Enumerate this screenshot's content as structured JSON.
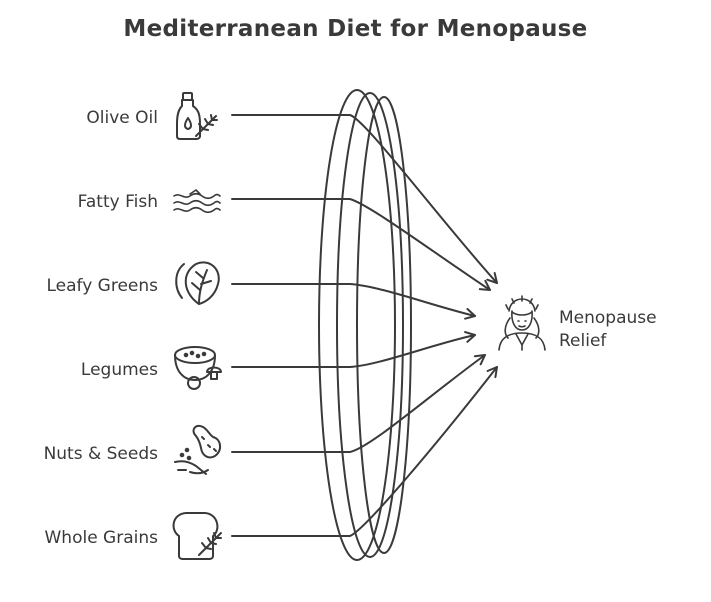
{
  "title": "Mediterranean Diet for Menopause",
  "inputs": [
    {
      "label": "Olive Oil",
      "icon": "olive-oil-bottle-icon"
    },
    {
      "label": "Fatty Fish",
      "icon": "fish-waves-icon"
    },
    {
      "label": "Leafy Greens",
      "icon": "leaf-icon"
    },
    {
      "label": "Legumes",
      "icon": "bowl-beans-icon"
    },
    {
      "label": "Nuts & Seeds",
      "icon": "peanut-icon"
    },
    {
      "label": "Whole Grains",
      "icon": "bread-wheat-icon"
    }
  ],
  "output": {
    "line1": "Menopause",
    "line2": "Relief",
    "icon": "woman-with-wreath-icon"
  },
  "colors": {
    "ink": "#3a3a3a",
    "background": "#ffffff"
  }
}
